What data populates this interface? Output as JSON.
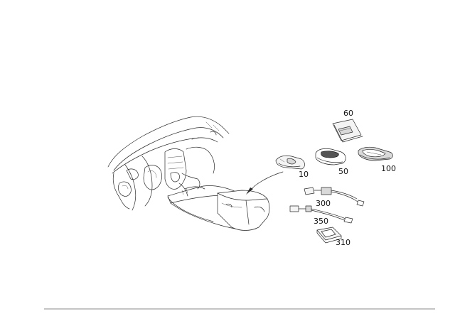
{
  "callouts": {
    "c60": "60",
    "c10": "10",
    "c50": "50",
    "c100": "100",
    "c300": "300",
    "c350": "350",
    "c310": "310"
  },
  "colors": {
    "line": "#2a2a2a",
    "footer_rule": "#888888",
    "background": "#ffffff"
  }
}
